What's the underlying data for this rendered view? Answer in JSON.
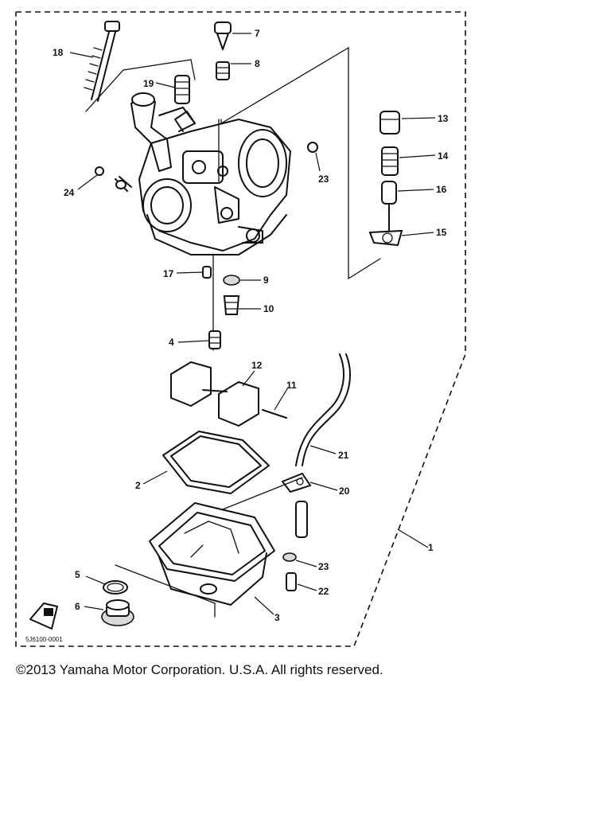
{
  "drawing_ref": "5J6100-0001",
  "copyright": "©2013 Yamaha Motor Corporation. U.S.A. All rights reserved.",
  "callouts": {
    "n1": "1",
    "n2": "2",
    "n3": "3",
    "n4": "4",
    "n5": "5",
    "n6": "6",
    "n7": "7",
    "n8": "8",
    "n9": "9",
    "n10": "10",
    "n11": "11",
    "n12": "12",
    "n13": "13",
    "n14": "14",
    "n15": "15",
    "n16": "16",
    "n17": "17",
    "n18": "18",
    "n19": "19",
    "n20": "20",
    "n21": "21",
    "n22": "22",
    "n23a": "23",
    "n23b": "23",
    "n24": "24"
  }
}
